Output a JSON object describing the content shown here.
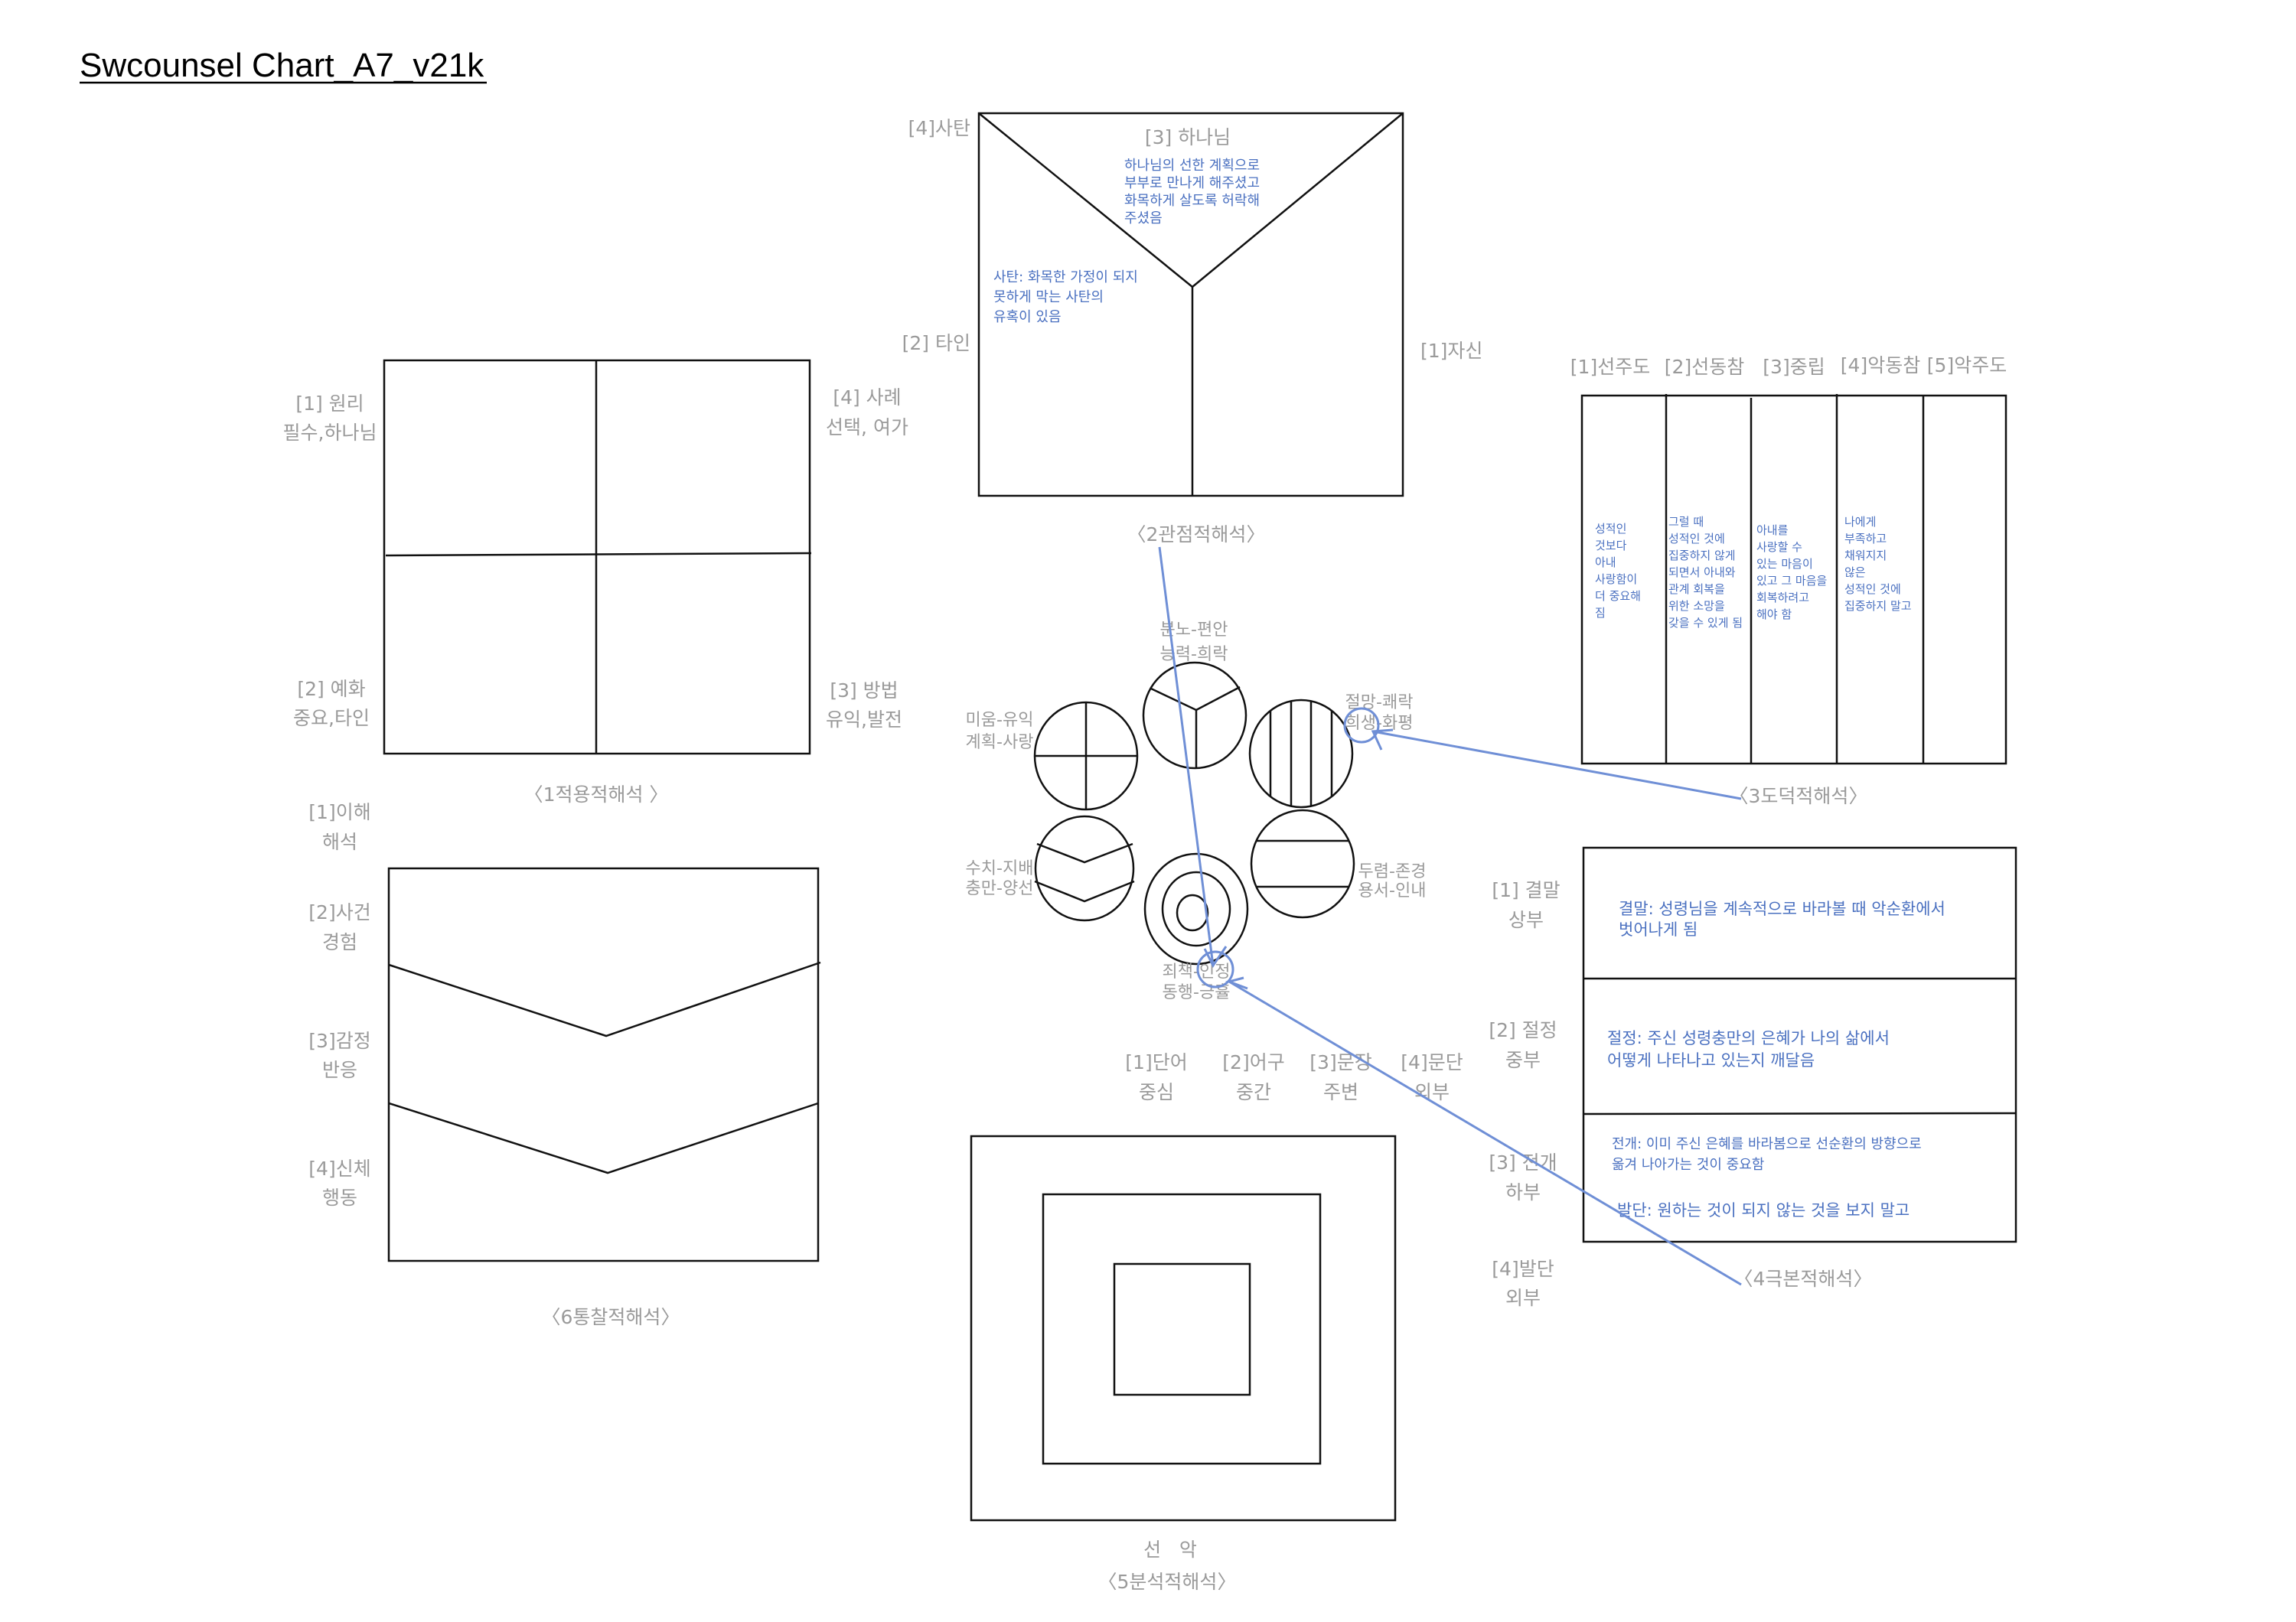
{
  "title": "Swcounsel Chart_A7_v21k",
  "panel1": {
    "caption": "〈1적용적해석 〉",
    "labels": [
      [
        "[1] 원리",
        "필수,하나님"
      ],
      [
        "[4] 사례",
        "선택, 여가"
      ],
      [
        "[2] 예화",
        "중요,타인"
      ],
      [
        "[3] 방법",
        "유익,발전"
      ]
    ]
  },
  "panel2": {
    "caption": "〈2관점적해석〉",
    "satan_label": "[4]사탄",
    "god_label": "[3] 하나님",
    "other_label": "[2] 타인",
    "self_label": "[1]자신",
    "god_note": [
      "하나님의 선한 계획으로",
      "부부로 만나게 해주셨고",
      "화목하게 살도록 허락해",
      "주셨음"
    ],
    "satan_note": [
      "사탄: 화목한 가정이 되지",
      "못하게 막는 사탄의",
      "유혹이 있음"
    ]
  },
  "panel3": {
    "caption": "〈3도덕적해석〉",
    "headers": [
      "[1]선주도",
      "[2]선동참",
      "[3]중립",
      "[4]악동참",
      "[5]악주도"
    ],
    "columns": [
      [
        "성적인",
        "것보다",
        "아내",
        "사랑함이",
        "더 중요해",
        "짐"
      ],
      [
        "그럴 때",
        "성적인 것에",
        "집중하지 않게",
        "되면서 아내와",
        "관계 회복을",
        "위한 소망을",
        "갖을 수 있게 됨"
      ],
      [
        "아내를",
        "사랑할 수",
        "있는 마음이",
        "있고 그 마음을",
        "회복하려고",
        "해야 함"
      ],
      [
        "나에게",
        "부족하고",
        "채워지지",
        "않은",
        "성적인 것에",
        "집중하지 말고"
      ]
    ]
  },
  "panel4": {
    "caption": "〈4극본적해석〉",
    "labels": [
      [
        "[1] 결말",
        "상부"
      ],
      [
        "[2] 절정",
        "중부"
      ],
      [
        "[3] 전개",
        "하부"
      ],
      [
        "[4]발단",
        "외부"
      ]
    ],
    "climax_end": [
      "결말: 성령님을 계속적으로 바라볼 때 악순환에서",
      "벗어나게 됨"
    ],
    "climax": [
      "절정: 주신 성령충만의 은혜가 나의 삶에서",
      "어떻게 나타나고 있는지 깨달음"
    ],
    "development": [
      "전개: 이미 주신 은혜를 바라봄으로 선순환의 방향으로",
      "옮겨 나아가는 것이 중요함"
    ],
    "beginning": "발단: 원하는 것이 되지 않는 것을 보지 말고"
  },
  "panel5": {
    "caption": "〈5분석적해석〉",
    "good_evil": "선   악",
    "labels": [
      [
        "[1]단어",
        "중심"
      ],
      [
        "[2]어구",
        "중간"
      ],
      [
        "[3]문장",
        "주변"
      ],
      [
        "[4]문단",
        "외부"
      ]
    ]
  },
  "panel6": {
    "caption": "〈6통찰적해석〉",
    "labels": [
      [
        "[1]이해",
        "해석"
      ],
      [
        "[2]사건",
        "경험"
      ],
      [
        "[3]감정",
        "반응"
      ],
      [
        "[4]신체",
        "행동"
      ]
    ]
  },
  "circles": {
    "top": [
      "분노-편안",
      "능력-희락"
    ],
    "left": [
      "미움-유익",
      "계획-사랑"
    ],
    "right": [
      "절망-쾌락",
      "희생-화평"
    ],
    "lower_left": [
      "수치-지배",
      "충만-양선"
    ],
    "lower_right": [
      "두렴-존경",
      "용서-인내"
    ],
    "bottom": [
      "죄책-인정",
      "동행-긍휼"
    ]
  },
  "colors": {
    "annotation": "#6f8fd6",
    "note_text": "#4a70c0",
    "label_text": "#9a9a9a"
  }
}
